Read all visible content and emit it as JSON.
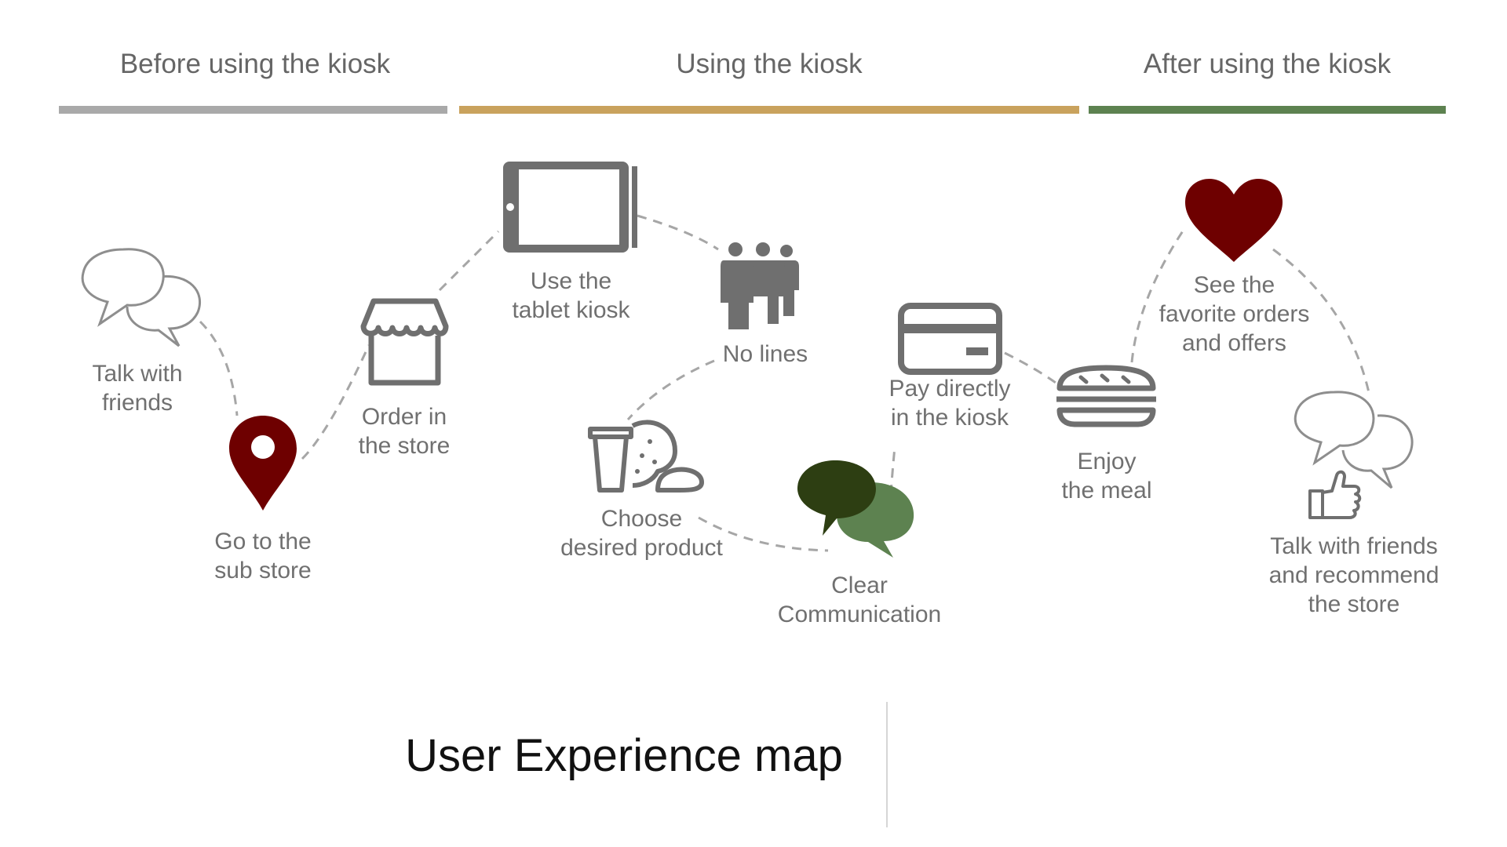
{
  "phases": [
    {
      "label": "Before using the kiosk",
      "color": "#a9a9a9"
    },
    {
      "label": "Using the kiosk",
      "color": "#c9a25d"
    },
    {
      "label": "After using the kiosk",
      "color": "#5d8250"
    }
  ],
  "steps": {
    "talk_friends": "Talk with\nfriends",
    "go_store": "Go to the\nsub store",
    "order_store": "Order in\nthe store",
    "tablet_kiosk": "Use the\ntablet kiosk",
    "no_lines": "No lines",
    "choose_product": "Choose\ndesired product",
    "clear_comm": "Clear\nCommunication",
    "pay_kiosk": "Pay directly\nin the kiosk",
    "enjoy_meal": "Enjoy\nthe meal",
    "favorite_orders": "See the\nfavorite orders\nand offers",
    "recommend": "Talk with friends\nand recommend\nthe store"
  },
  "icons": {
    "talk_friends": "speech-bubbles-icon",
    "go_store": "map-pin-icon",
    "order_store": "storefront-icon",
    "tablet_kiosk": "tablet-icon",
    "no_lines": "people-queue-icon",
    "choose_product": "drink-and-food-icon",
    "clear_comm": "chat-bubbles-icon",
    "pay_kiosk": "credit-card-icon",
    "enjoy_meal": "sandwich-icon",
    "favorite_orders": "heart-icon",
    "recommend": "speech-thumbs-up-icon"
  },
  "colors": {
    "accent_red": "#6e0000",
    "icon_gray": "#6f6f6f",
    "dark_green": "#2d3e12",
    "mid_green": "#5d8250"
  },
  "title": "User Experience map"
}
